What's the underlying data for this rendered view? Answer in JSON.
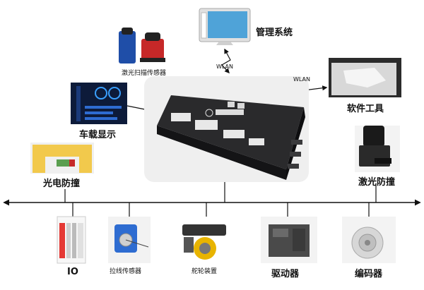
{
  "labels": {
    "management_system": "管理系统",
    "laser_scan_sensor": "激光扫描传感器",
    "wlan_top": "WLAN",
    "wlan_right": "WLAN",
    "software_tool": "软件工具",
    "vehicle_display": "车载显示",
    "photoelectric_anticollision": "光电防撞",
    "laser_anticollision": "激光防撞",
    "io": "IO",
    "wire_sensor": "拉线传感器",
    "steering_wheel": "舵轮装置",
    "driver": "驱动器",
    "encoder": "编码器"
  },
  "colors": {
    "line": "#111111",
    "controller_body": "#1d1d1f",
    "controller_panel": "#efefef",
    "accent_yellow": "#f2c94c",
    "accent_blue": "#1f4ea8",
    "accent_red": "#c62828"
  }
}
